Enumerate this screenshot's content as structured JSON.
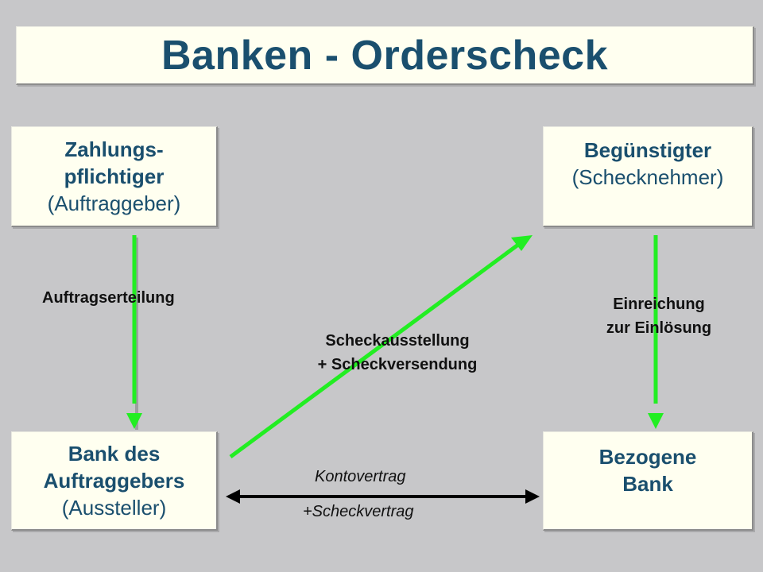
{
  "title": "Banken - Orderscheck",
  "boxes": {
    "zahlungspflichtiger": {
      "line1": "Zahlungs-",
      "line2": "pflichtiger",
      "line3": "(Auftraggeber)"
    },
    "beguenstigter": {
      "line1": "Begünstigter",
      "line2": "(Schecknehmer)"
    },
    "bank_auftraggeber": {
      "line1": "Bank des",
      "line2": "Auftraggebers",
      "line3": "(Aussteller)"
    },
    "bezogene_bank": {
      "line1": "Bezogene",
      "line2": "Bank"
    }
  },
  "labels": {
    "auftragserteilung": "Auftragserteilung",
    "einreichung_1": "Einreichung",
    "einreichung_2": "zur Einlösung",
    "scheckausstellung_1": "Scheckausstellung",
    "scheckausstellung_2": "+ Scheckversendung",
    "kontovertrag": "Kontovertrag",
    "scheckvertrag": "+Scheckvertrag"
  },
  "colors": {
    "title": "#1a4f6e",
    "arrow_green": "#22ee22",
    "arrow_black": "#000000",
    "background": "#c7c7c9",
    "box_fill": "#fffff0"
  }
}
